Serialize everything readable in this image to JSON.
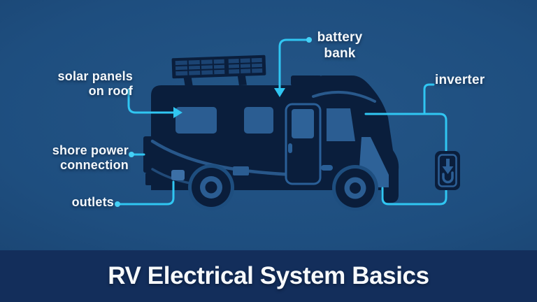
{
  "banner": {
    "title": "RV Electrical System Basics"
  },
  "callouts": {
    "solar_panels": {
      "label": "solar panels\non roof"
    },
    "battery_bank": {
      "label": "battery\nbank"
    },
    "inverter": {
      "label": "inverter"
    },
    "shore_power": {
      "label": "shore power\nconnection"
    },
    "outlets": {
      "label": "outlets"
    }
  },
  "icons": {
    "solar_panel": "grid-solar-panel",
    "inverter_device_glyph": "down-arrow-into-plug"
  },
  "colors": {
    "background": "#1e4e7f",
    "accent_cyan": "#30c6f2",
    "rv_silhouette": "#0a1e3c",
    "window_glass": "#2b5d92",
    "banner_bg": "#132e5b",
    "label_text": "#f4f8fb"
  }
}
